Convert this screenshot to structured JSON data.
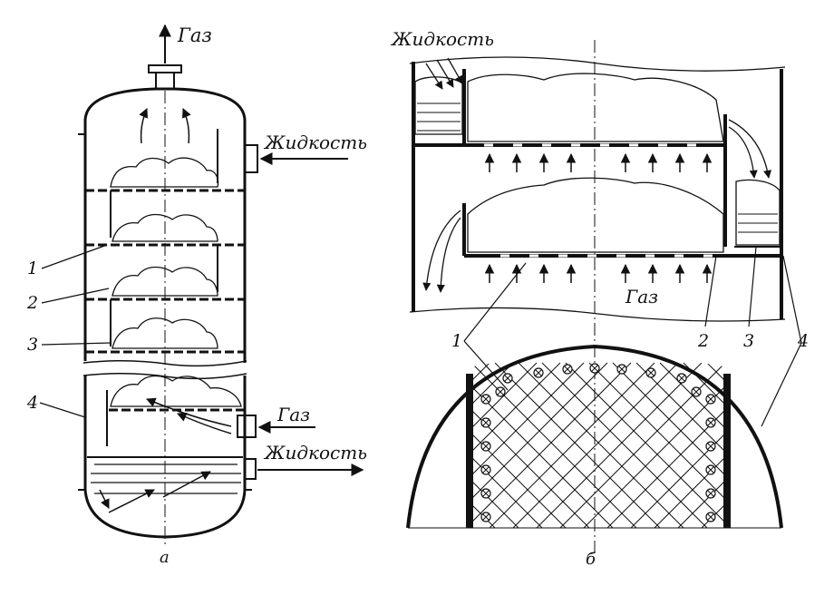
{
  "labels": {
    "gas_top": "Газ",
    "liquid_in": "Жидкость",
    "gas_in": "Газ",
    "liquid_out": "Жидкость",
    "liquid_right": "Жидкость",
    "gas_right": "Газ",
    "sub_a": "а",
    "sub_b": "б"
  },
  "callouts_left": [
    "1",
    "2",
    "3",
    "4"
  ],
  "callouts_right": [
    "1",
    "2",
    "3",
    "4"
  ],
  "colors": {
    "ink": "#111111",
    "paper": "#ffffff"
  }
}
